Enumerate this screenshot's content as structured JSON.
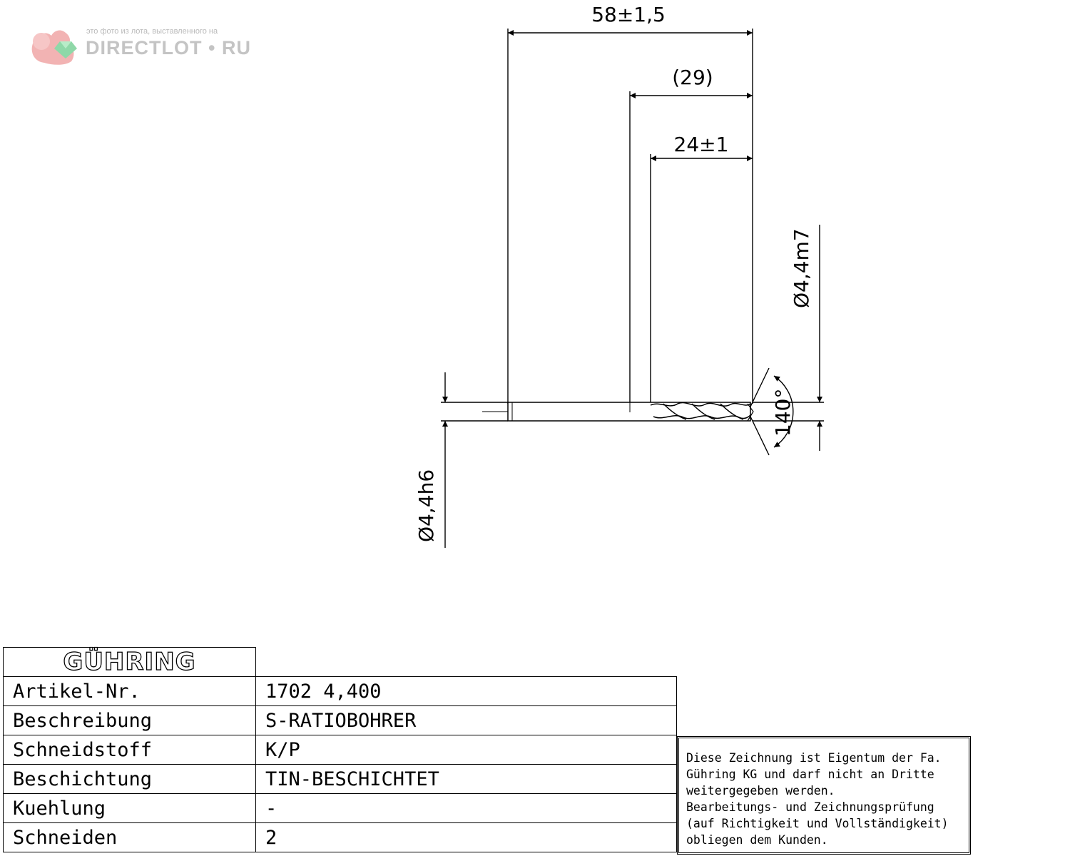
{
  "watermark": {
    "caption": "это фото из лота, выставленного на",
    "site": "DIRECTLOT • RU",
    "colors": {
      "squirrel": "#f2b3b3",
      "gem": "#8fd8a8",
      "text": "#c4c4c4"
    }
  },
  "dimensions": {
    "overall_length": "58±1,5",
    "reference_length": "(29)",
    "flute_length": "24±1",
    "cutting_diameter": "Ø4,4m7",
    "shank_diameter": "Ø4,4h6",
    "point_angle": "140°"
  },
  "title_block": {
    "logo": "GÜHRING",
    "rows": [
      {
        "label": "Artikel-Nr.",
        "value": "1702 4,400"
      },
      {
        "label": "Beschreibung",
        "value": "S-RATIOBOHRER"
      },
      {
        "label": "Schneidstoff",
        "value": "K/P"
      },
      {
        "label": "Beschichtung",
        "value": "TIN-BESCHICHTET"
      },
      {
        "label": "Kuehlung",
        "value": "-"
      },
      {
        "label": "Schneiden",
        "value": "2"
      }
    ]
  },
  "notice": {
    "lines": [
      "Diese Zeichnung ist Eigentum der Fa.",
      "Gühring KG und darf nicht an Dritte",
      "weitergegeben werden.",
      "Bearbeitungs- und Zeichnungsprüfung",
      "(auf Richtigkeit und Vollständigkeit)",
      "obliegen dem Kunden."
    ]
  }
}
